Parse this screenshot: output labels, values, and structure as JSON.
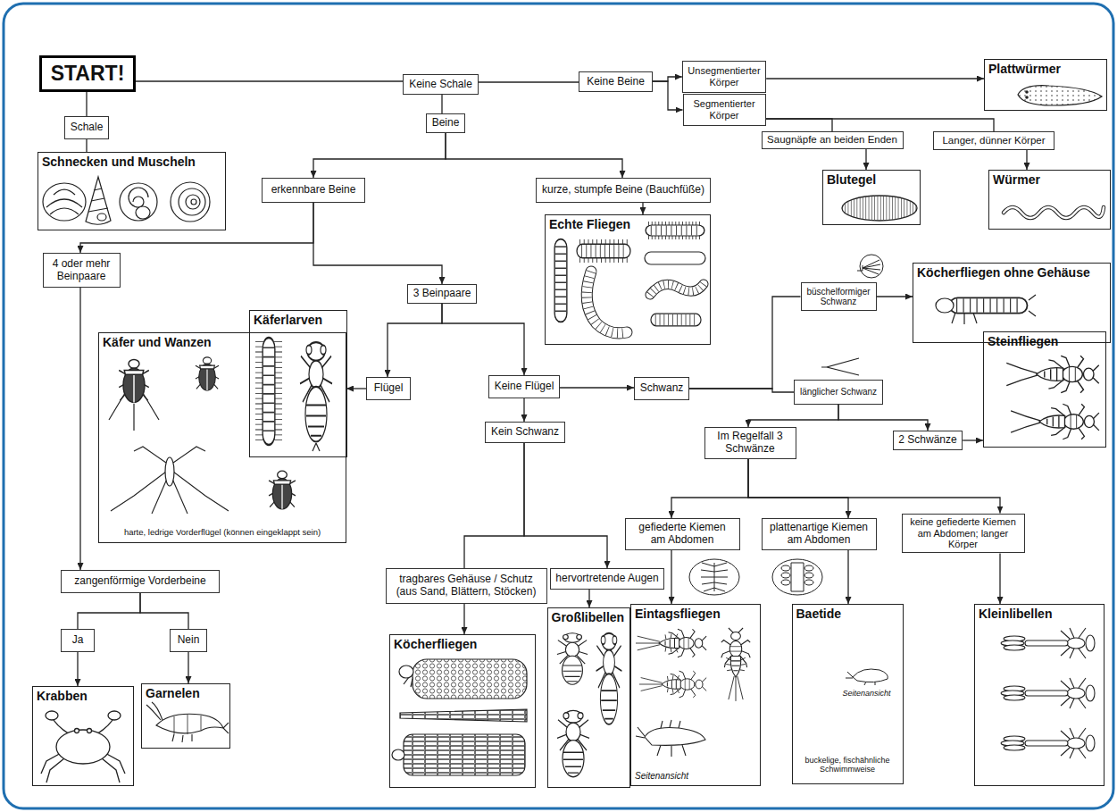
{
  "diagram": {
    "nodes": [
      {
        "text": [
          "START!"
        ]
      },
      {
        "text": [
          "Keine Schale"
        ]
      },
      {
        "text": [
          "Keine Beine"
        ]
      },
      {
        "text": [
          "Unsegmentierter Körper"
        ]
      },
      {
        "text": [
          "Plattwürmer"
        ]
      },
      {
        "text": [
          "Segmentierter Körper"
        ]
      },
      {
        "text": [
          "Schale"
        ]
      },
      {
        "text": [
          "Beine"
        ]
      },
      {
        "text": [
          "Saugnäpfe an beiden Enden"
        ]
      },
      {
        "text": [
          "Langer, dünner Körper"
        ]
      },
      {
        "text": [
          "Schnecken und Muscheln"
        ]
      },
      {
        "text": [
          "Blutegel"
        ]
      },
      {
        "text": [
          "Würmer"
        ]
      },
      {
        "text": [
          "erkennbare Beine"
        ]
      },
      {
        "text": [
          "kurze, stumpfe Beine (Bauchfüße)"
        ]
      },
      {
        "text": [
          "Echte Fliegen"
        ]
      },
      {
        "text": [
          "4 oder mehr Beinpaare"
        ]
      },
      {
        "text": [
          "Köcherfliegen ohne Gehäuse"
        ]
      },
      {
        "text": [
          "büschelformiger Schwanz"
        ]
      },
      {
        "text": [
          "3 Beinpaare"
        ]
      },
      {
        "text": [
          "Käfer und Wanzen",
          "harte, ledrige Vorderflügel (können eingeklappt sein)"
        ]
      },
      {
        "text": [
          "Käferlarven"
        ],
        "in": 20
      },
      {
        "text": [
          "Steinfliegen"
        ]
      },
      {
        "text": [
          "Flügel"
        ]
      },
      {
        "text": [
          "Keine Flügel"
        ]
      },
      {
        "text": [
          "Schwanz"
        ]
      },
      {
        "text": [
          "länglicher Schwanz"
        ]
      },
      {
        "text": [
          "Kein Schwanz"
        ]
      },
      {
        "text": [
          "Im Regelfall 3 Schwänze"
        ]
      },
      {
        "text": [
          "2 Schwänze"
        ]
      },
      {
        "text": [
          "gefiederte Kiemen am Abdomen"
        ]
      },
      {
        "text": [
          "plattenartige Kiemen am Abdomen"
        ]
      },
      {
        "text": [
          "keine gefiederte Kiemen am Abdomen; langer Körper"
        ]
      },
      {
        "text": [
          "zangenförmige Vorderbeine"
        ]
      },
      {
        "text": [
          "tragbares Gehäuse / Schutz (aus Sand, Blättern, Stöcken)"
        ]
      },
      {
        "text": [
          "hervortretende Augen"
        ]
      },
      {
        "text": [
          "Eintagsfliegen",
          "Seitenansicht"
        ]
      },
      {
        "text": [
          "Baetide",
          "Seitenansicht",
          "buckelige, fischähnliche Schwimmweise"
        ]
      },
      {
        "text": [
          "Kleinlibellen"
        ]
      },
      {
        "text": [
          "Großlibellen"
        ]
      },
      {
        "text": [
          "Ja"
        ]
      },
      {
        "text": [
          "Nein"
        ]
      },
      {
        "text": [
          "Köcherfliegen"
        ]
      },
      {
        "text": [
          "Krabben"
        ]
      },
      {
        "text": [
          "Garnelen"
        ]
      }
    ],
    "edges": [
      {
        "from": 0,
        "to": 1,
        "arrow": "none"
      },
      {
        "from": 0,
        "to": 6,
        "arrow": "none"
      },
      {
        "from": 6,
        "to": 10,
        "arrow": "none"
      },
      {
        "from": 1,
        "to": 2,
        "arrow": "none"
      },
      {
        "from": 1,
        "to": 7,
        "arrow": "none"
      },
      {
        "from": 2,
        "to": 3,
        "arrow": "to"
      },
      {
        "from": 2,
        "to": 5,
        "arrow": "to"
      },
      {
        "from": 3,
        "to": 4,
        "arrow": "to"
      },
      {
        "from": 5,
        "to": 8,
        "arrow": "none"
      },
      {
        "from": 5,
        "to": 9,
        "arrow": "none"
      },
      {
        "from": 8,
        "to": 11,
        "arrow": "to"
      },
      {
        "from": 9,
        "to": 12,
        "arrow": "to"
      },
      {
        "from": 7,
        "to": 13,
        "arrow": "to"
      },
      {
        "from": 7,
        "to": 14,
        "arrow": "to"
      },
      {
        "from": 14,
        "to": 15,
        "arrow": "to"
      },
      {
        "from": 13,
        "to": 16,
        "arrow": "to"
      },
      {
        "from": 13,
        "to": 19,
        "arrow": "to"
      },
      {
        "from": 19,
        "to": 23,
        "arrow": "to"
      },
      {
        "from": 19,
        "to": 24,
        "arrow": "to"
      },
      {
        "from": 23,
        "to": 20,
        "arrow": "to"
      },
      {
        "from": 24,
        "to": 25,
        "arrow": "to"
      },
      {
        "from": 24,
        "to": 27,
        "arrow": "to"
      },
      {
        "from": 25,
        "to": 18,
        "arrow": "none"
      },
      {
        "from": 25,
        "to": 26,
        "arrow": "none"
      },
      {
        "from": 18,
        "to": 17,
        "arrow": "to"
      },
      {
        "from": 26,
        "to": 28,
        "arrow": "to"
      },
      {
        "from": 26,
        "to": 29,
        "arrow": "to"
      },
      {
        "from": 29,
        "to": 22,
        "arrow": "to"
      },
      {
        "from": 28,
        "to": 30,
        "arrow": "to"
      },
      {
        "from": 28,
        "to": 31,
        "arrow": "to"
      },
      {
        "from": 28,
        "to": 32,
        "arrow": "to"
      },
      {
        "from": 30,
        "to": 36,
        "arrow": "to"
      },
      {
        "from": 31,
        "to": 37,
        "arrow": "to"
      },
      {
        "from": 32,
        "to": 38,
        "arrow": "to"
      },
      {
        "from": 16,
        "to": 33,
        "arrow": "to"
      },
      {
        "from": 27,
        "to": 34,
        "arrow": "none"
      },
      {
        "from": 27,
        "to": 35,
        "arrow": "to"
      },
      {
        "from": 34,
        "to": 42,
        "arrow": "to"
      },
      {
        "from": 35,
        "to": 39,
        "arrow": "to"
      },
      {
        "from": 33,
        "to": 40,
        "arrow": "none"
      },
      {
        "from": 33,
        "to": 41,
        "arrow": "none"
      },
      {
        "from": 40,
        "to": 43,
        "arrow": "to"
      },
      {
        "from": 41,
        "to": 44,
        "arrow": "to"
      }
    ]
  }
}
